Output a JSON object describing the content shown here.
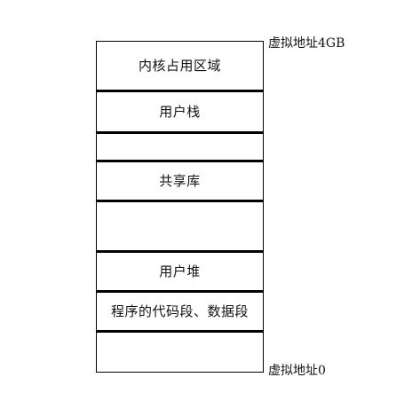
{
  "diagram": {
    "top_address": "虚拟地址4GB",
    "bottom_address": "虚拟地址0",
    "segments": [
      "内核占用区域",
      "用户栈",
      "",
      "共享库",
      "",
      "用户堆",
      "程序的代码段、数据段",
      ""
    ]
  }
}
